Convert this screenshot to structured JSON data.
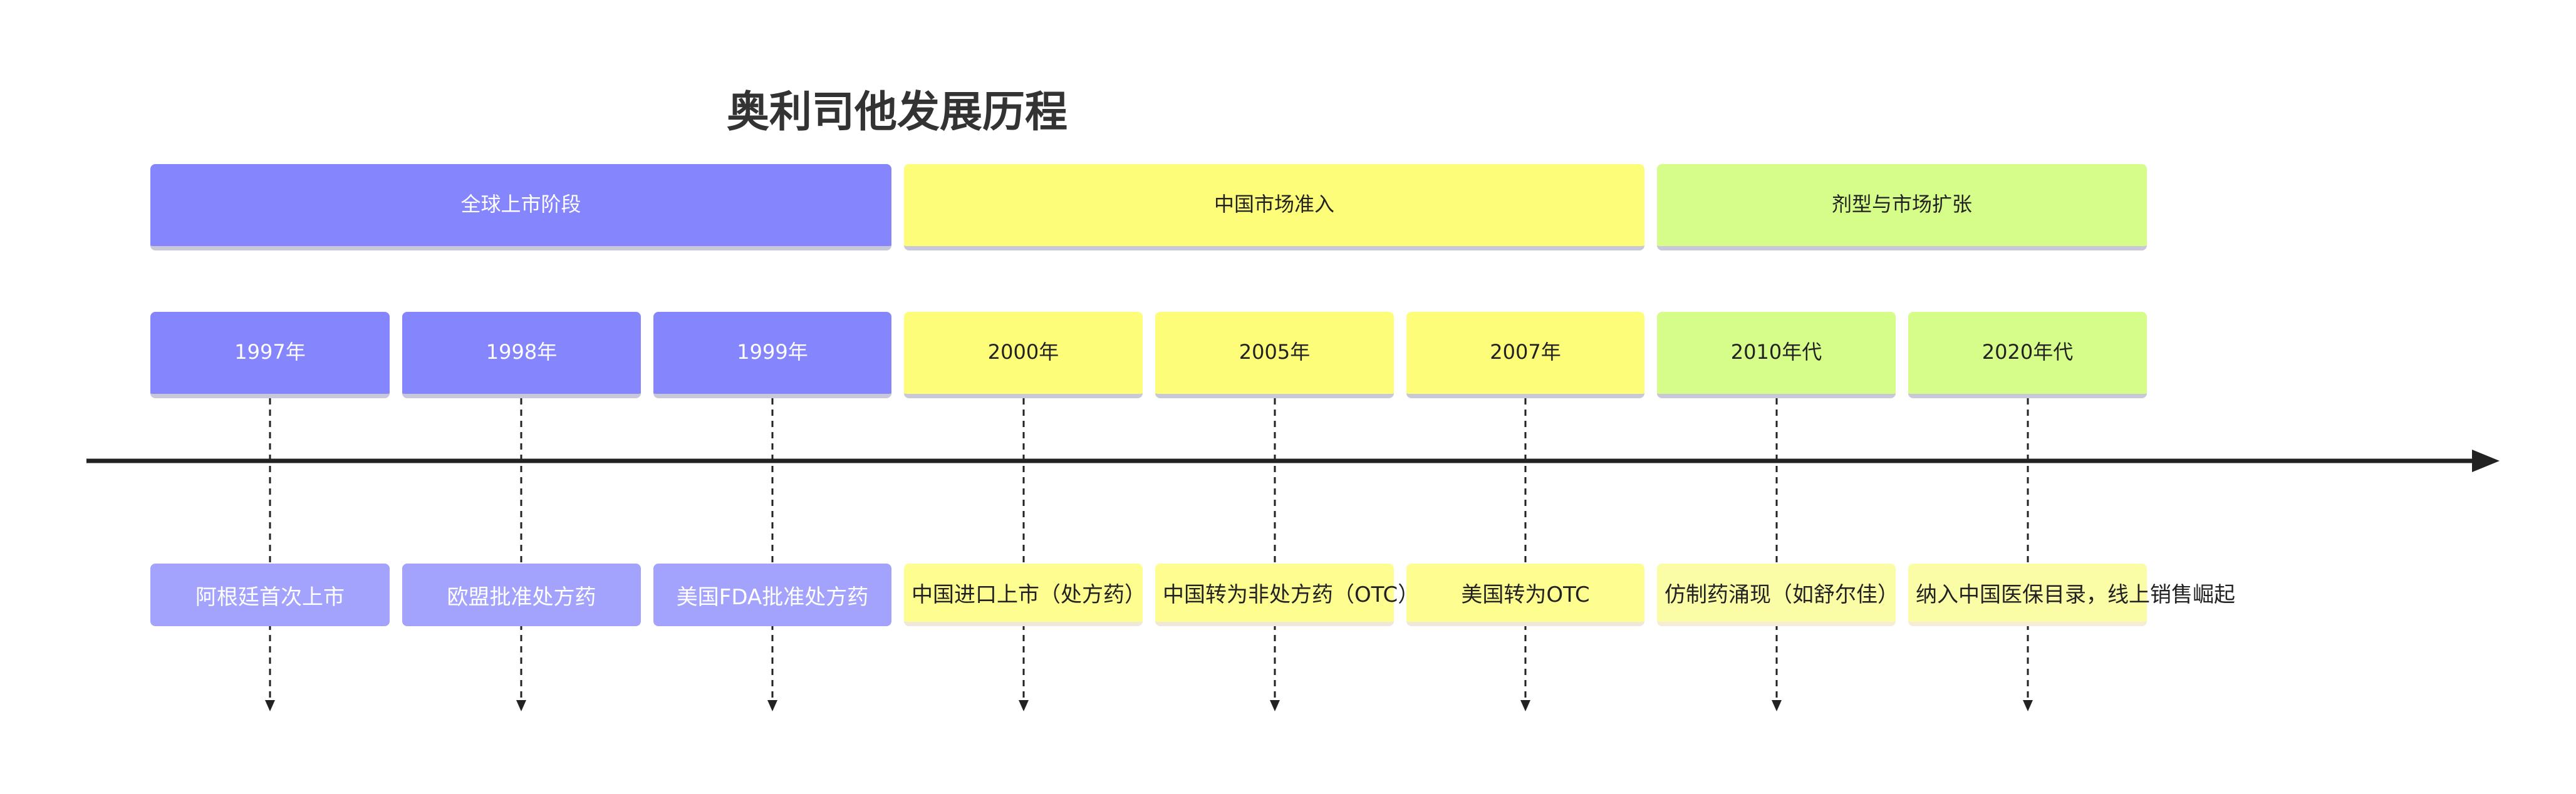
{
  "title": "奥利司他发展历程",
  "colors": {
    "phase_1": "#8585fd",
    "phase_2": "#fdfd7a",
    "phase_3": "#d6fd8a",
    "axis": "#222222"
  },
  "phases": [
    {
      "label": "全球上市阶段",
      "color_key": "c0"
    },
    {
      "label": "中国市场准入",
      "color_key": "c1"
    },
    {
      "label": "剂型与市场扩张",
      "color_key": "c2"
    }
  ],
  "milestones": [
    {
      "year": "1997年",
      "event": "阿根廷首次上市",
      "phase": 0
    },
    {
      "year": "1998年",
      "event": "欧盟批准处方药",
      "phase": 0
    },
    {
      "year": "1999年",
      "event": "美国FDA批准处方药",
      "phase": 0
    },
    {
      "year": "2000年",
      "event": "中国进口上市（处方药）",
      "phase": 1
    },
    {
      "year": "2005年",
      "event": "中国转为非处方药（OTC）",
      "phase": 1
    },
    {
      "year": "2007年",
      "event": "美国转为OTC",
      "phase": 1
    },
    {
      "year": "2010年代",
      "event": "仿制药涌现（如舒尔佳）",
      "phase": 2
    },
    {
      "year": "2020年代",
      "event": "纳入中国医保目录，线上销售崛起",
      "phase": 2
    }
  ]
}
